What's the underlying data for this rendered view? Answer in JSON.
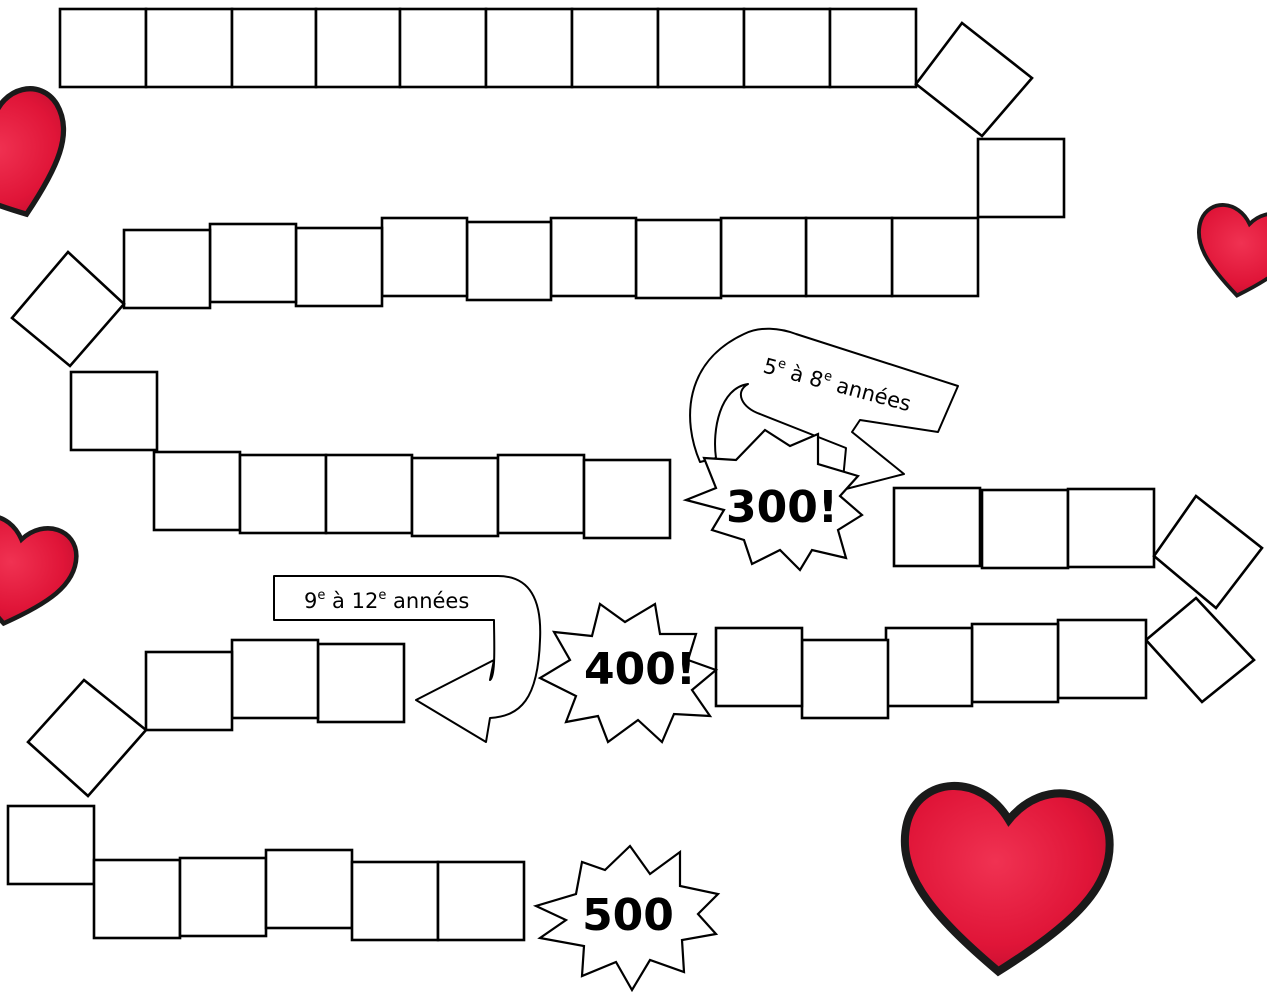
{
  "colors": {
    "heart_fill": "#e8173a",
    "heart_shadow": "#b8102c",
    "heart_outline": "#1a1a1a",
    "square_stroke": "#000000",
    "background": "#ffffff"
  },
  "milestones": {
    "m300": "300!",
    "m400": "400!",
    "m500": "500"
  },
  "arrows": {
    "grades_5_8": {
      "g1": "5",
      "s1": "e",
      "mid": " à ",
      "g2": "8",
      "s2": "e",
      "tail": " années"
    },
    "grades_9_12": {
      "g1": "9",
      "s1": "e",
      "mid": " à ",
      "g2": "12",
      "s2": "e",
      "tail": " années"
    }
  },
  "path": {
    "row1_square_count": 10,
    "row2_square_count": 10,
    "row3_square_count": 6,
    "row4_square_count": 3,
    "row5_square_count": 5,
    "row6_square_count": 3,
    "row7_square_count": 6
  }
}
